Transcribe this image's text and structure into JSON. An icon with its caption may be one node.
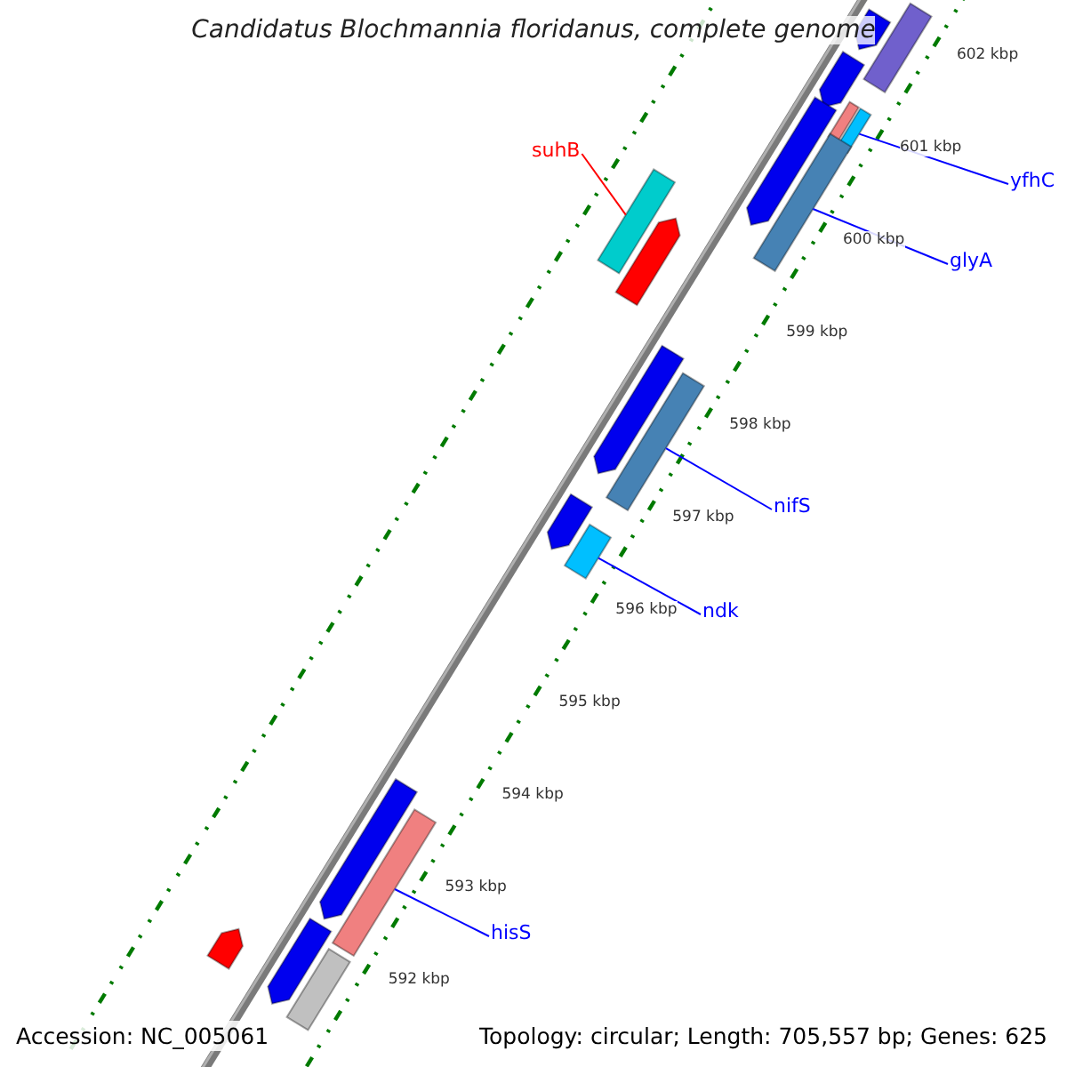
{
  "diagram": {
    "title": "Candidatus Blochmannia floridanus, complete genome",
    "nodes": [
      {
        "text": [
          "suhB"
        ]
      },
      {
        "text": [
          "yfhC"
        ]
      },
      {
        "text": [
          "glyA"
        ]
      },
      {
        "text": [
          "nifS"
        ]
      },
      {
        "text": [
          "ndk"
        ]
      },
      {
        "text": [
          "hisS"
        ]
      },
      {
        "text": [],
        "shape": "arrow"
      },
      {
        "text": [],
        "shape": "bar"
      },
      {
        "text": [],
        "shape": "arrow"
      },
      {
        "text": [],
        "shape": "bar"
      },
      {
        "text": [],
        "shape": "bar"
      },
      {
        "text": [],
        "shape": "arrow"
      },
      {
        "text": [],
        "shape": "bar"
      },
      {
        "text": [],
        "shape": "bar"
      },
      {
        "text": [],
        "shape": "arrow"
      },
      {
        "text": [],
        "shape": "arrow"
      },
      {
        "text": [],
        "shape": "bar"
      },
      {
        "text": [],
        "shape": "arrow"
      },
      {
        "text": [],
        "shape": "bar"
      },
      {
        "text": [],
        "shape": "arrow"
      },
      {
        "text": [],
        "shape": "bar"
      },
      {
        "text": [],
        "shape": "arrow"
      },
      {
        "text": [],
        "shape": "bar"
      },
      {
        "text": [],
        "shape": "arrow"
      }
    ],
    "edges": [
      {
        "from": 0,
        "to": 13,
        "arrow": "none",
        "color": "#ff0000"
      },
      {
        "from": 1,
        "to": 10,
        "arrow": "none"
      },
      {
        "from": 2,
        "to": 12,
        "arrow": "none"
      },
      {
        "from": 3,
        "to": 16,
        "arrow": "none"
      },
      {
        "from": 4,
        "to": 18,
        "arrow": "none"
      },
      {
        "from": 5,
        "to": 20,
        "arrow": "none"
      }
    ],
    "labels": [
      "602 kbp",
      "601 kbp",
      "600 kbp",
      "599 kbp",
      "598 kbp",
      "597 kbp",
      "596 kbp",
      "595 kbp",
      "594 kbp",
      "593 kbp",
      "592 kbp",
      "Accession: NC_005061",
      "Topology: circular; Length: 705,557 bp; Genes: 625"
    ]
  }
}
